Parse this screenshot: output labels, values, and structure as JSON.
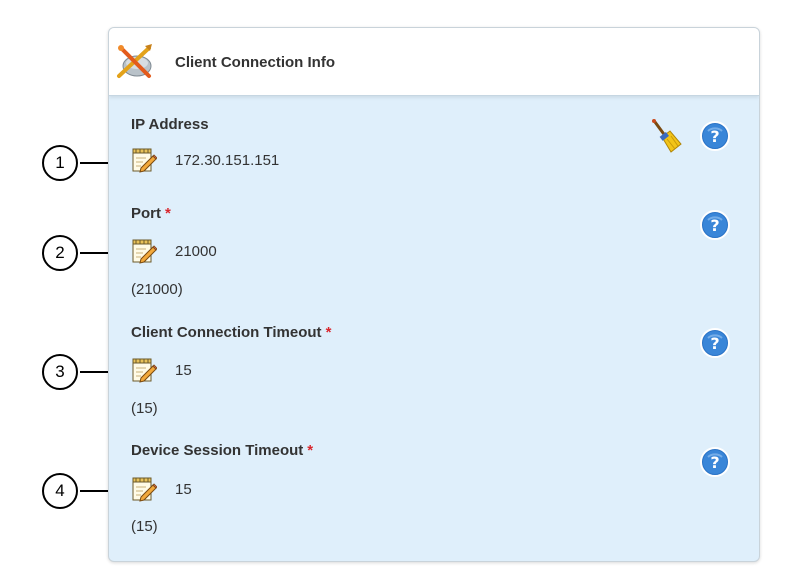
{
  "panel": {
    "title": "Client Connection Info",
    "header_icon": "crossed-tools-icon"
  },
  "fields": [
    {
      "label": "IP Address",
      "required": false,
      "value": "172.30.151.151",
      "default": ""
    },
    {
      "label": "Port",
      "required": true,
      "value": "21000",
      "default": "(21000)"
    },
    {
      "label": "Client Connection Timeout",
      "required": true,
      "value": "15",
      "default": "(15)"
    },
    {
      "label": "Device Session Timeout",
      "required": true,
      "value": "15",
      "default": "(15)"
    }
  ],
  "required_marker": "*",
  "callouts": [
    "1",
    "2",
    "3",
    "4"
  ],
  "icons": {
    "edit": "edit-notepad-icon",
    "help": "help-icon",
    "clear": "broom-icon"
  },
  "colors": {
    "panel_bg": "#dfeffb",
    "header_bg": "#ffffff",
    "required": "#d9262c",
    "help_blue": "#2a73c6"
  }
}
